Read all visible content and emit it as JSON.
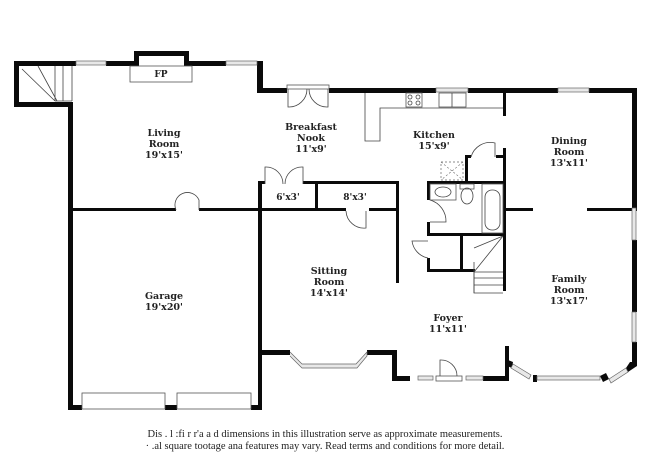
{
  "floor_plan": {
    "rooms": [
      {
        "id": "living",
        "name_lines": [
          "Living",
          "Room"
        ],
        "dims": "19'x15'"
      },
      {
        "id": "breakfast",
        "name_lines": [
          "Breakfast",
          "Nook"
        ],
        "dims": "11'x9'"
      },
      {
        "id": "kitchen",
        "name_lines": [
          "Kitchen"
        ],
        "dims": "15'x9'"
      },
      {
        "id": "dining",
        "name_lines": [
          "Dining",
          "Room"
        ],
        "dims": "13'x11'"
      },
      {
        "id": "garage",
        "name_lines": [
          "Garage"
        ],
        "dims": "19'x20'"
      },
      {
        "id": "sitting",
        "name_lines": [
          "Sitting",
          "Room"
        ],
        "dims": "14'x14'"
      },
      {
        "id": "foyer",
        "name_lines": [
          "Foyer"
        ],
        "dims": "11'x11'"
      },
      {
        "id": "family",
        "name_lines": [
          "Family",
          "Room"
        ],
        "dims": "13'x17'"
      }
    ],
    "closets": [
      {
        "id": "closet-a",
        "dims": "6'x3'"
      },
      {
        "id": "closet-b",
        "dims": "8'x3'"
      }
    ],
    "fireplace_label": "FP"
  },
  "disclaimer": {
    "line1": "Dis  .  l :fi  r r'a  a  d dimensions in this illustration serve as approximate measurements.",
    "line2": "·  .al square tootage ana features may vary. Read terms and conditions for more detail."
  }
}
